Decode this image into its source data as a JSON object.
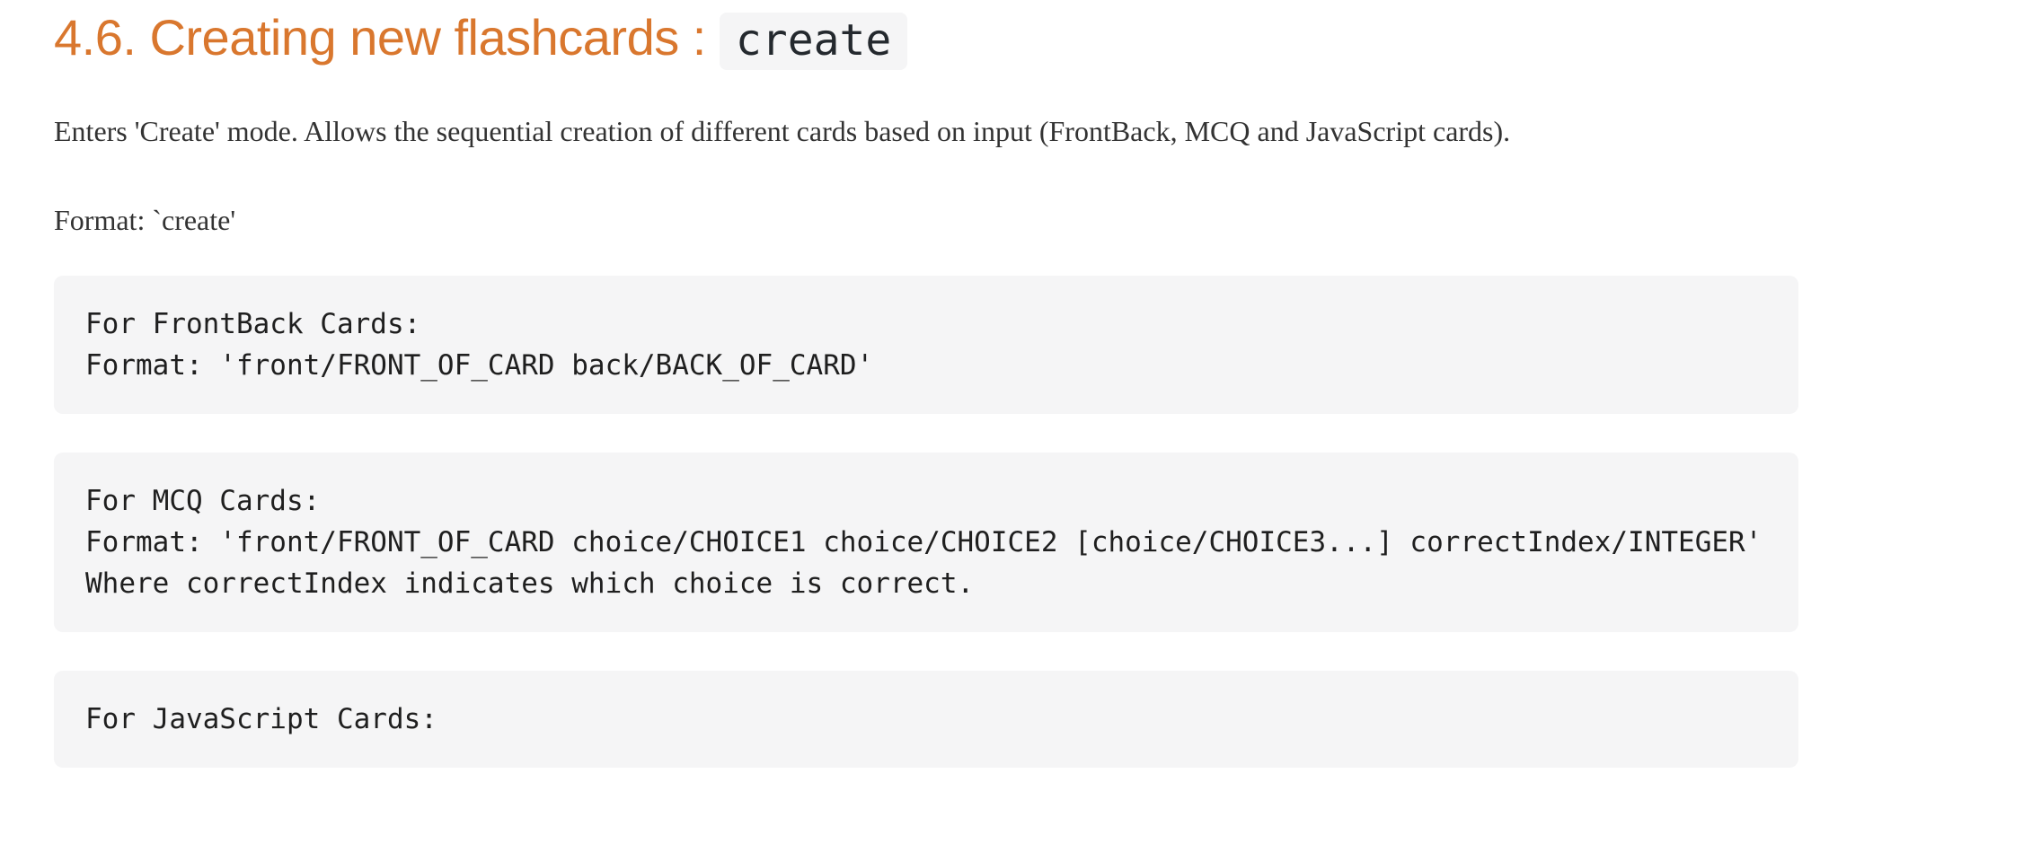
{
  "heading": {
    "number": "4.6.",
    "text": "4.6. Creating new flashcards : ",
    "inline_code": "create"
  },
  "paragraphs": {
    "intro": "Enters 'Create' mode. Allows the sequential creation of different cards based on input (FrontBack, MCQ and JavaScript cards).",
    "format": "Format: `create'"
  },
  "code_blocks": [
    {
      "name": "frontback-cards",
      "text": "For FrontBack Cards:\nFormat: 'front/FRONT_OF_CARD back/BACK_OF_CARD'"
    },
    {
      "name": "mcq-cards",
      "text": "For MCQ Cards:\nFormat: 'front/FRONT_OF_CARD choice/CHOICE1 choice/CHOICE2 [choice/CHOICE3...] correctIndex/INTEGER'\nWhere correctIndex indicates which choice is correct."
    },
    {
      "name": "javascript-cards",
      "text": "For JavaScript Cards:"
    }
  ],
  "colors": {
    "heading_accent": "#d9772e",
    "body_text": "#333333",
    "code_text": "#1f1f1f",
    "code_background": "#f5f5f6",
    "page_background": "#ffffff"
  }
}
